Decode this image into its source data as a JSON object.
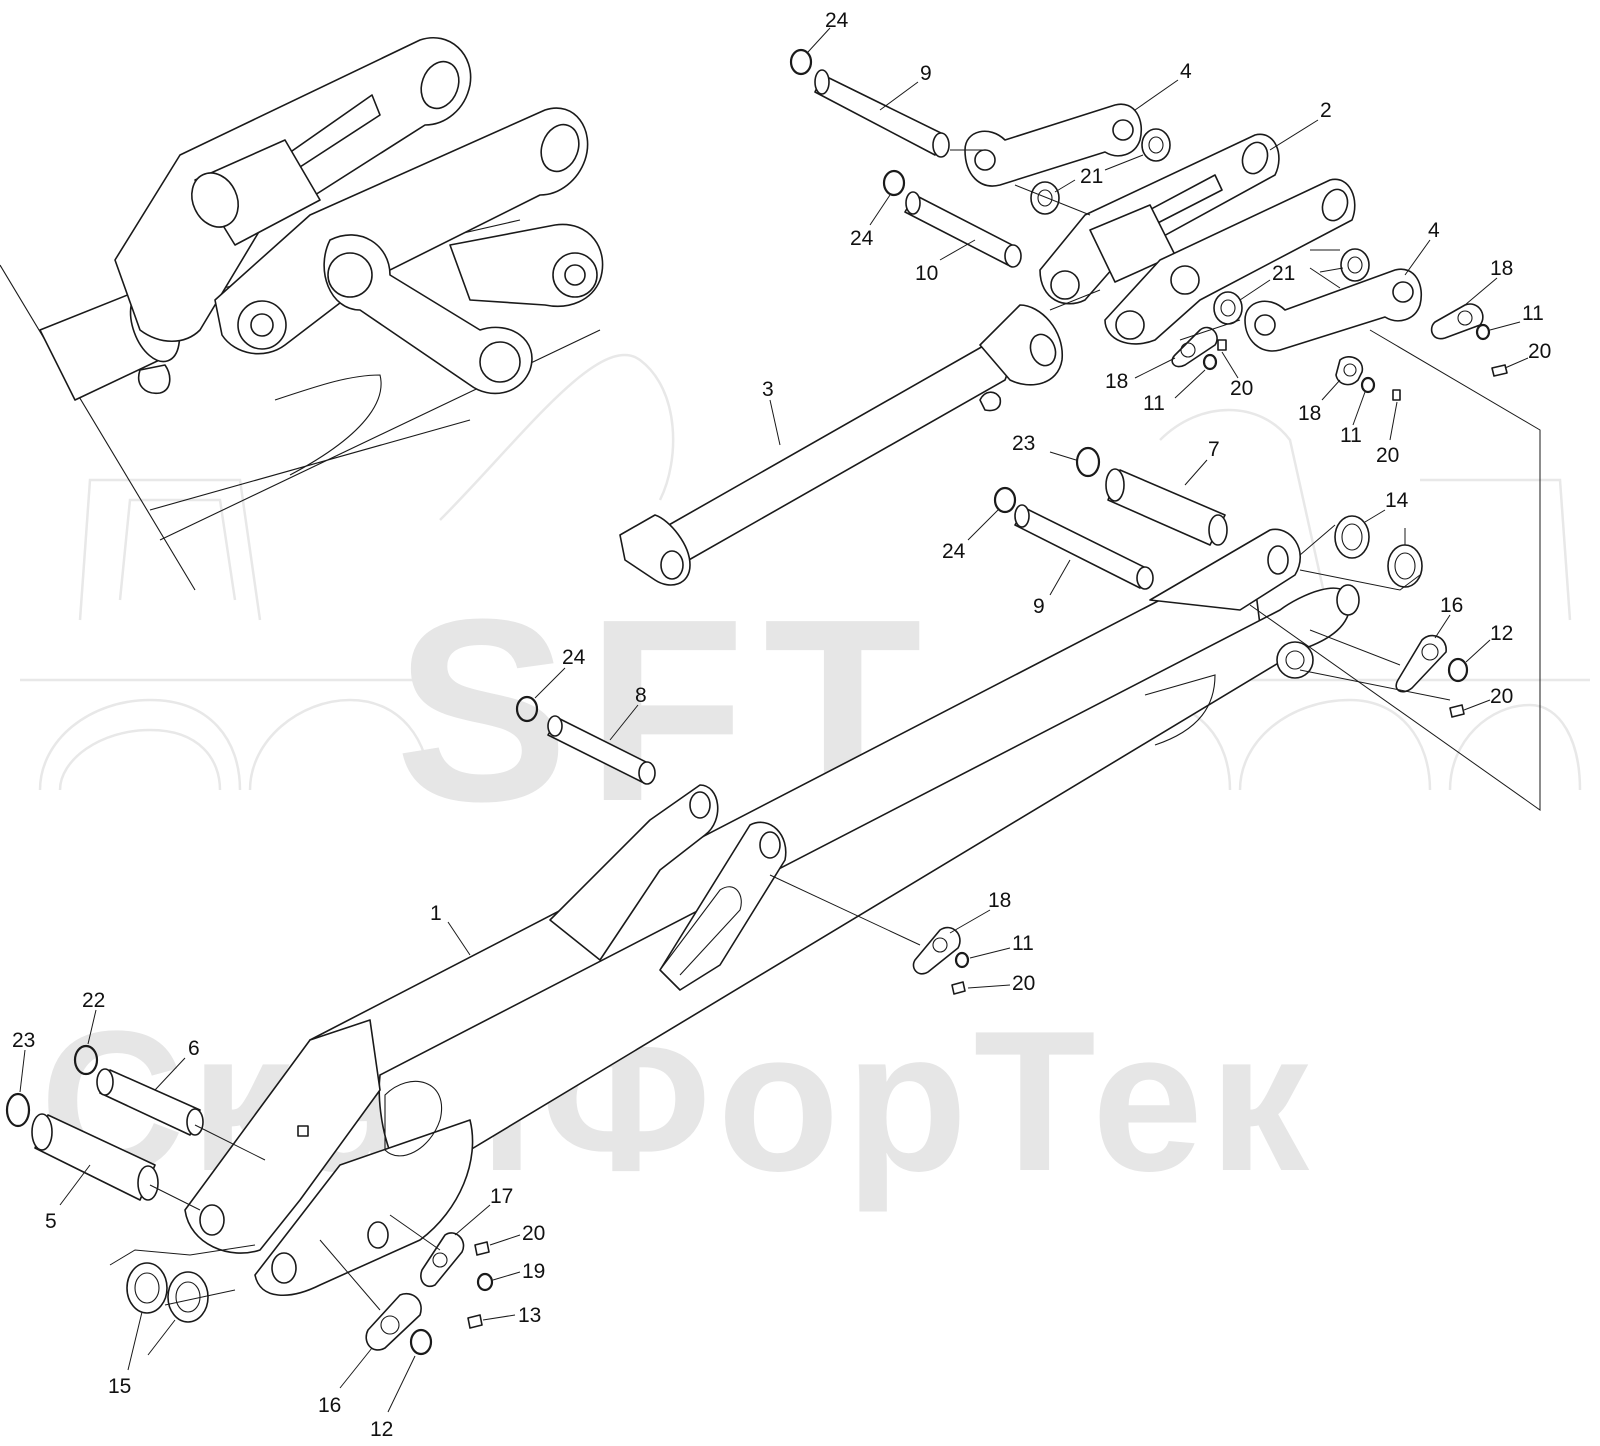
{
  "watermark": {
    "brand": "SFT",
    "company": "СканФорТек"
  },
  "callouts": [
    {
      "id": "c24a",
      "label": "24"
    },
    {
      "id": "c9a",
      "label": "9"
    },
    {
      "id": "c4a",
      "label": "4"
    },
    {
      "id": "c2",
      "label": "2"
    },
    {
      "id": "c21a",
      "label": "21"
    },
    {
      "id": "c24b",
      "label": "24"
    },
    {
      "id": "c10",
      "label": "10"
    },
    {
      "id": "c4b",
      "label": "4"
    },
    {
      "id": "c21b",
      "label": "21"
    },
    {
      "id": "c18a",
      "label": "18"
    },
    {
      "id": "c11a",
      "label": "11"
    },
    {
      "id": "c20a",
      "label": "20"
    },
    {
      "id": "c18b",
      "label": "18"
    },
    {
      "id": "c11b",
      "label": "11"
    },
    {
      "id": "c20b",
      "label": "20"
    },
    {
      "id": "c18c",
      "label": "18"
    },
    {
      "id": "c11c",
      "label": "11"
    },
    {
      "id": "c20c",
      "label": "20"
    },
    {
      "id": "c3",
      "label": "3"
    },
    {
      "id": "c23a",
      "label": "23"
    },
    {
      "id": "c7",
      "label": "7"
    },
    {
      "id": "c24c",
      "label": "24"
    },
    {
      "id": "c9b",
      "label": "9"
    },
    {
      "id": "c14",
      "label": "14"
    },
    {
      "id": "c16a",
      "label": "16"
    },
    {
      "id": "c12a",
      "label": "12"
    },
    {
      "id": "c20d",
      "label": "20"
    },
    {
      "id": "c24d",
      "label": "24"
    },
    {
      "id": "c8",
      "label": "8"
    },
    {
      "id": "c1",
      "label": "1"
    },
    {
      "id": "c18d",
      "label": "18"
    },
    {
      "id": "c11d",
      "label": "11"
    },
    {
      "id": "c20e",
      "label": "20"
    },
    {
      "id": "c22",
      "label": "22"
    },
    {
      "id": "c23b",
      "label": "23"
    },
    {
      "id": "c6",
      "label": "6"
    },
    {
      "id": "c5",
      "label": "5"
    },
    {
      "id": "c17",
      "label": "17"
    },
    {
      "id": "c20f",
      "label": "20"
    },
    {
      "id": "c19",
      "label": "19"
    },
    {
      "id": "c13",
      "label": "13"
    },
    {
      "id": "c15",
      "label": "15"
    },
    {
      "id": "c16b",
      "label": "16"
    },
    {
      "id": "c12b",
      "label": "12"
    }
  ]
}
